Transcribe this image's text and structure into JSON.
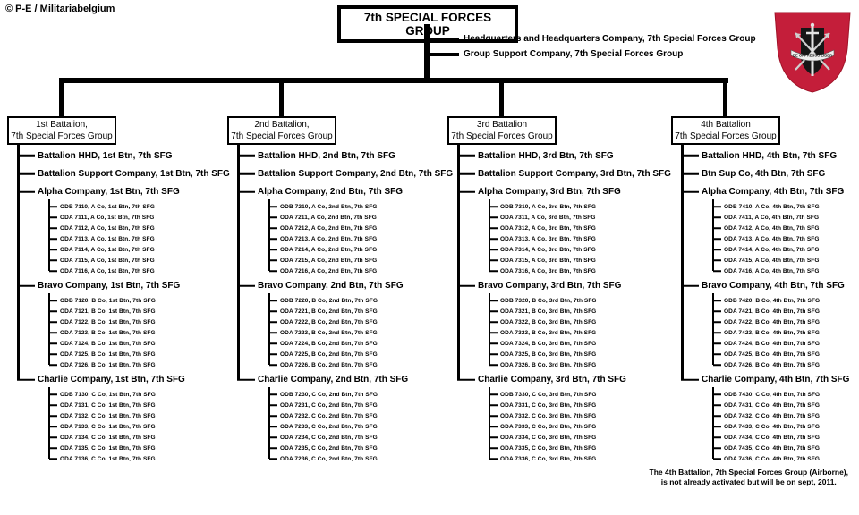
{
  "copyright": "© P-E / Militariabelgium",
  "root": {
    "title": "7th SPECIAL FORCES GROUP"
  },
  "group_units": {
    "hhc": "Headquarters and Headquarters Company,  7th Special Forces Group",
    "gsc": "Group Support Company,  7th Special Forces Group"
  },
  "insignia": {
    "name": "7th-sfg-beret-flash",
    "motto": "DE OPPRESSO LIBER",
    "flash_color": "#C41E3A"
  },
  "footnote": {
    "line1": "The 4th Battalion, 7th Special Forces Group (Airborne),",
    "line2": "is not already activated but will be on sept, 2011."
  },
  "battalions": [
    {
      "title_line1": "1st Battalion,",
      "title_line2": "7th Special Forces Group",
      "units": [
        "Battalion HHD, 1st Btn, 7th SFG",
        "Battalion Support Company, 1st Btn, 7th SFG"
      ],
      "companies": [
        {
          "name": "Alpha Company, 1st Btn, 7th SFG",
          "teams": [
            "ODB 7110, A Co, 1st Btn, 7th SFG",
            "ODA 7111, A Co, 1st Btn, 7th SFG",
            "ODA 7112, A Co, 1st Btn, 7th SFG",
            "ODA 7113, A Co, 1st Btn, 7th SFG",
            "ODA 7114, A Co, 1st Btn, 7th SFG",
            "ODA 7115, A Co, 1st Btn, 7th SFG",
            "ODA 7116, A Co, 1st Btn, 7th SFG"
          ]
        },
        {
          "name": "Bravo Company, 1st Btn, 7th SFG",
          "teams": [
            "ODB 7120, B Co, 1st Btn, 7th SFG",
            "ODA 7121, B Co, 1st Btn, 7th SFG",
            "ODA 7122, B Co, 1st Btn, 7th SFG",
            "ODA 7123, B Co, 1st Btn, 7th SFG",
            "ODA 7124, B Co, 1st Btn, 7th SFG",
            "ODA 7125, B Co, 1st Btn, 7th SFG",
            "ODA 7126, B Co, 1st Btn, 7th SFG"
          ]
        },
        {
          "name": "Charlie Company, 1st Btn, 7th SFG",
          "teams": [
            "ODB 7130, C Co, 1st Btn, 7th SFG",
            "ODA 7131, C Co, 1st Btn, 7th SFG",
            "ODA 7132, C Co, 1st Btn, 7th SFG",
            "ODA 7133, C Co, 1st Btn, 7th SFG",
            "ODA 7134, C Co, 1st Btn, 7th SFG",
            "ODA 7135, C Co, 1st Btn, 7th SFG",
            "ODA 7136, C Co, 1st Btn, 7th SFG"
          ]
        }
      ]
    },
    {
      "title_line1": "2nd Battalion,",
      "title_line2": "7th Special Forces Group",
      "units": [
        "Battalion HHD, 2nd Btn, 7th SFG",
        "Battalion Support Company, 2nd Btn, 7th SFG"
      ],
      "companies": [
        {
          "name": "Alpha Company, 2nd Btn, 7th SFG",
          "teams": [
            "ODB 7210, A Co, 2nd Btn, 7th SFG",
            "ODA 7211, A Co, 2nd Btn, 7th SFG",
            "ODA 7212, A Co, 2nd Btn, 7th SFG",
            "ODA 7213, A Co, 2nd Btn, 7th SFG",
            "ODA 7214, A Co, 2nd Btn, 7th SFG",
            "ODA 7215, A Co, 2nd Btn, 7th SFG",
            "ODA 7216, A Co, 2nd Btn, 7th SFG"
          ]
        },
        {
          "name": "Bravo Company, 2nd Btn, 7th SFG",
          "teams": [
            "ODB 7220, B Co, 2nd Btn, 7th SFG",
            "ODA 7221, B Co, 2nd Btn, 7th SFG",
            "ODA 7222, B Co, 2nd Btn, 7th SFG",
            "ODA 7223, B Co, 2nd Btn, 7th SFG",
            "ODA 7224, B Co, 2nd Btn, 7th SFG",
            "ODA 7225, B Co, 2nd Btn, 7th SFG",
            "ODA 7226, B Co, 2nd Btn, 7th SFG"
          ]
        },
        {
          "name": "Charlie Company, 2nd Btn, 7th SFG",
          "teams": [
            "ODB 7230, C Co, 2nd Btn, 7th SFG",
            "ODA 7231, C Co, 2nd Btn, 7th SFG",
            "ODA 7232, C Co, 2nd Btn, 7th SFG",
            "ODA 7233, C Co, 2nd Btn, 7th SFG",
            "ODA 7234, C Co, 2nd Btn, 7th SFG",
            "ODA 7235, C Co, 2nd Btn, 7th SFG",
            "ODA 7236, C Co, 2nd Btn, 7th SFG"
          ]
        }
      ]
    },
    {
      "title_line1": "3rd Battalion",
      "title_line2": "7th Special Forces Group",
      "units": [
        "Battalion HHD,  3rd Btn, 7th SFG",
        "Battalion Support Company, 3rd Btn,  7th SFG"
      ],
      "companies": [
        {
          "name": "Alpha Company, 3rd Btn, 7th SFG",
          "teams": [
            "ODB 7310, A Co, 3rd Btn, 7th SFG",
            "ODA 7311, A Co, 3rd Btn, 7th SFG",
            "ODA 7312, A Co, 3rd Btn, 7th SFG",
            "ODA 7313, A Co, 3rd Btn, 7th SFG",
            "ODA 7314, A Co, 3rd Btn, 7th SFG",
            "ODA 7315, A Co, 3rd Btn, 7th SFG",
            "ODA 7316, A Co, 3rd Btn, 7th SFG"
          ]
        },
        {
          "name": "Bravo Company, 3rd Btn, 7th SFG",
          "teams": [
            "ODB 7320, B Co, 3rd Btn, 7th SFG",
            "ODA 7321, B Co, 3rd Btn, 7th SFG",
            "ODA 7322, B Co, 3rd Btn, 7th SFG",
            "ODA 7323, B Co, 3rd Btn, 7th SFG",
            "ODA 7324, B Co, 3rd Btn, 7th SFG",
            "ODA 7325, B Co, 3rd Btn, 7th SFG",
            "ODA 7326, B Co, 3rd Btn, 7th SFG"
          ]
        },
        {
          "name": "Charlie Company, 3rd Btn, 7th SFG",
          "teams": [
            "ODB 7330, C Co, 3rd Btn, 7th SFG",
            "ODA 7331, C Co, 3rd Btn, 7th SFG",
            "ODA 7332, C Co, 3rd Btn, 7th SFG",
            "ODA 7333, C Co, 3rd Btn, 7th SFG",
            "ODA 7334, C Co, 3rd Btn, 7th SFG",
            "ODA 7335, C Co, 3rd Btn, 7th SFG",
            "ODA 7336, C Co, 3rd Btn, 7th SFG"
          ]
        }
      ]
    },
    {
      "title_line1": "4th Battalion",
      "title_line2": "7th Special  Forces Group",
      "units": [
        "Battalion HHD, 4th Btn, 7th SFG",
        "Btn Sup Co, 4th Btn, 7th SFG"
      ],
      "companies": [
        {
          "name": "Alpha Company, 4th Btn, 7th SFG",
          "teams": [
            "ODB 7410, A Co, 4th Btn, 7th SFG",
            "ODA 7411, A Co, 4th Btn, 7th SFG",
            "ODA 7412, A Co, 4th Btn, 7th SFG",
            "ODA 7413, A Co, 4th Btn, 7th SFG",
            "ODA 7414, A Co, 4th Btn, 7th SFG",
            "ODA 7415, A Co, 4th Btn, 7th SFG",
            "ODA 7416, A Co, 4th Btn, 7th SFG"
          ]
        },
        {
          "name": "Bravo Company, 4th Btn, 7th SFG",
          "teams": [
            "ODB 7420, B Co, 4th Btn, 7th SFG",
            "ODA 7421, B Co, 4th Btn, 7th SFG",
            "ODA 7422, B Co, 4th Btn, 7th SFG",
            "ODA 7423, B Co, 4th Btn, 7th SFG",
            "ODA 7424, B Co, 4th Btn, 7th SFG",
            "ODA 7425, B Co, 4th Btn, 7th SFG",
            "ODA 7426, B Co, 4th Btn, 7th SFG"
          ]
        },
        {
          "name": "Charlie Company, 4th Btn, 7th SFG",
          "teams": [
            "ODB 7430, C Co, 4th Btn, 7th SFG",
            "ODA 7431, C Co, 4th Btn, 7th SFG",
            "ODA 7432, C Co, 4th Btn, 7th SFG",
            "ODA 7433, C Co, 4th Btn, 7th SFG",
            "ODA 7434, C Co, 4th Btn, 7th SFG",
            "ODA 7435, C Co, 4th Btn, 7th SFG",
            "ODA 7436, C Co, 4th Btn, 7th SFG"
          ]
        }
      ]
    }
  ]
}
